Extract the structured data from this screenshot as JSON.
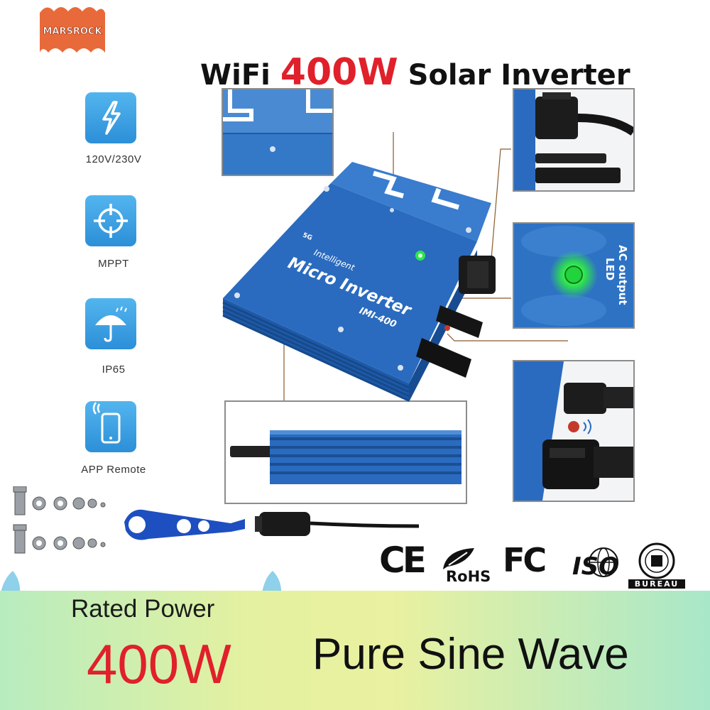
{
  "brand": {
    "logo_text": "MARSROCK",
    "logo_color": "#e86a3a"
  },
  "headline": {
    "prefix": "WiFi ",
    "wattage": "400W",
    "suffix": " Solar Inverter",
    "accent_color": "#e0202a"
  },
  "features": [
    {
      "label": "120V/230V",
      "icon": "lightning-icon"
    },
    {
      "label": "MPPT",
      "icon": "target-crosshair-icon"
    },
    {
      "label": "IP65",
      "icon": "umbrella-rain-icon"
    },
    {
      "label": "APP Remote",
      "icon": "smartphone-wifi-icon"
    }
  ],
  "product": {
    "small_text": "5G",
    "model_line1": "Intelligent",
    "model_line2": "Micro Inverter",
    "model_code": "IMI-400",
    "body_color": "#2a6bbf"
  },
  "callouts": {
    "led_label_line1": "AC output",
    "led_label_line2": "LED",
    "led_color": "#2ee64a"
  },
  "certifications": {
    "ce": "CE",
    "rohs": "RoHS",
    "fc": "FC",
    "iso": "ISO",
    "bureau": "BUREAU"
  },
  "bottom": {
    "rated_label": "Rated Power",
    "rated_value": "400W",
    "wave": "Pure Sine Wave",
    "value_color": "#e0202a"
  }
}
